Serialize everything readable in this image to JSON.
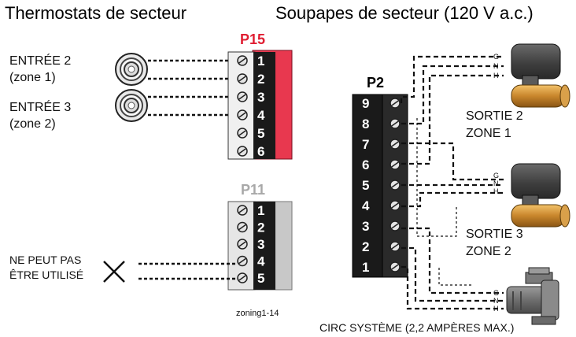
{
  "headings": {
    "left": "Thermostats de secteur",
    "right": "Soupapes de secteur (120 V a.c.)"
  },
  "inputs": [
    {
      "line1": "ENTRÉE 2",
      "line2": "(zone 1)"
    },
    {
      "line1": "ENTRÉE 3",
      "line2": "(zone 2)"
    }
  ],
  "p15": {
    "title": "P15",
    "terminals": [
      "1",
      "2",
      "3",
      "4",
      "5",
      "6"
    ]
  },
  "p11": {
    "title": "P11",
    "terminals": [
      "1",
      "2",
      "3",
      "4",
      "5"
    ]
  },
  "not_usable": {
    "line1": "NE PEUT PAS",
    "line2": "ÊTRE UTILISÉ"
  },
  "p2": {
    "title": "P2",
    "terminals": [
      "9",
      "8",
      "7",
      "6",
      "5",
      "4",
      "3",
      "2",
      "1"
    ]
  },
  "outputs": [
    {
      "line1": "SORTIE 2",
      "line2": "ZONE 1"
    },
    {
      "line1": "SORTIE 3",
      "line2": "ZONE 2"
    }
  ],
  "circulator": {
    "label": "CIRC SYSTÈME (2,2 AMPÈRES MAX.)"
  },
  "wire_letters": [
    "G",
    "N",
    "H"
  ],
  "figure_id": "zoning1-14",
  "colors": {
    "p15_block": "#e8384f",
    "p15_title": "#e01e32",
    "p11_block": "#c8c8c8",
    "p11_title": "#a8a8a8",
    "terminal_strip": "#1a1a1a",
    "valve_body": "#c8862c",
    "actuator": "#4a4a4a"
  }
}
